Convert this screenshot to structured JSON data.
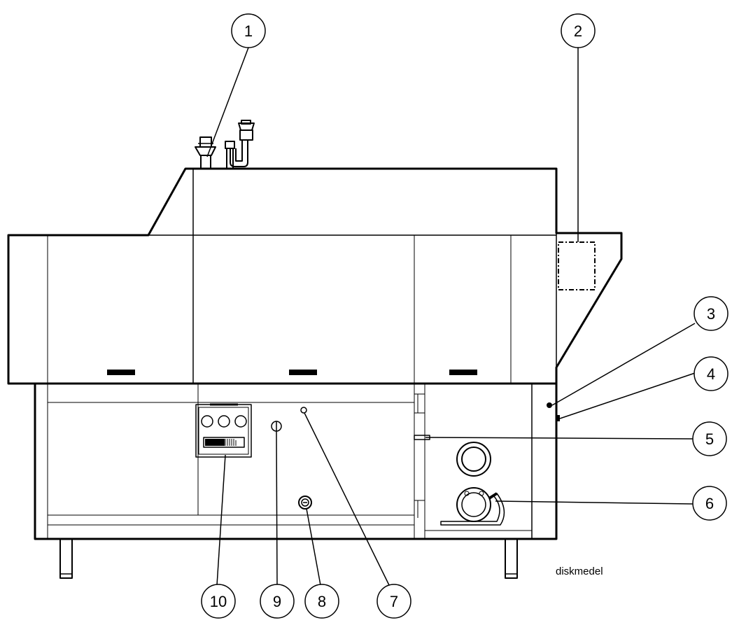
{
  "diagram": {
    "callouts": [
      {
        "id": "callout-1",
        "label": "1"
      },
      {
        "id": "callout-2",
        "label": "2"
      },
      {
        "id": "callout-3",
        "label": "3"
      },
      {
        "id": "callout-4",
        "label": "4"
      },
      {
        "id": "callout-5",
        "label": "5"
      },
      {
        "id": "callout-6",
        "label": "6"
      },
      {
        "id": "callout-7",
        "label": "7"
      },
      {
        "id": "callout-8",
        "label": "8"
      },
      {
        "id": "callout-9",
        "label": "9"
      },
      {
        "id": "callout-10",
        "label": "10"
      }
    ],
    "caption": "diskmedel"
  }
}
